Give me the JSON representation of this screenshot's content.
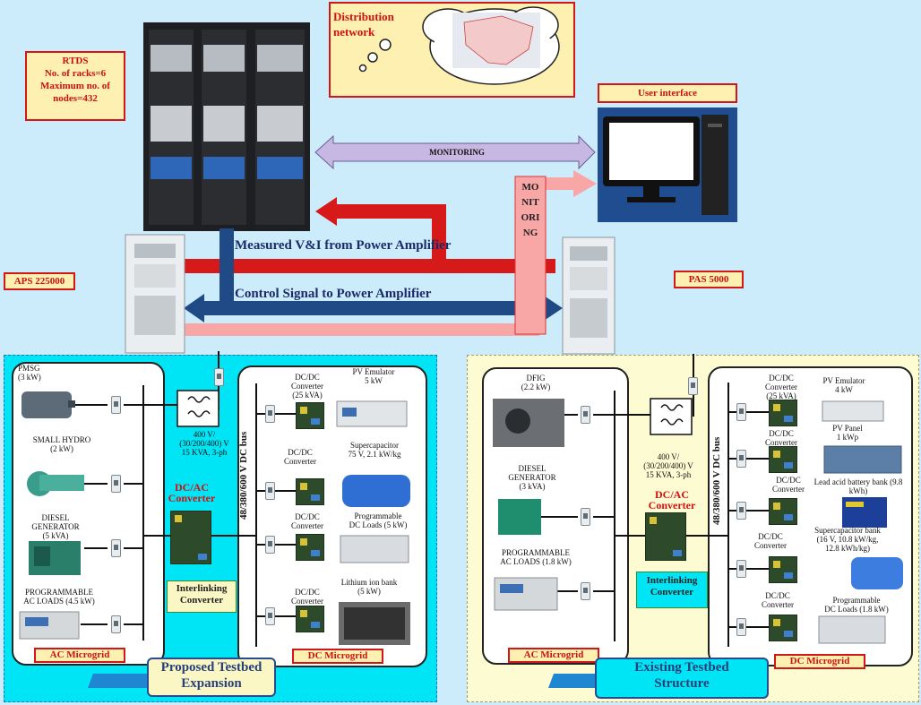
{
  "colors": {
    "background": "#ccecfb",
    "proposed_bg": "#00e5f5",
    "existing_bg": "#fdfbd2",
    "accent_red": "#d01818",
    "arrow_navy": "#1f4a86",
    "arrow_lavender": "#c6b8e2",
    "arrow_pink": "#f8a6a6"
  },
  "top": {
    "rtds": {
      "title": "RTDS",
      "line1": "No. of racks=6",
      "line2": "Maximum no. of",
      "line3": "nodes=432"
    },
    "distribution": {
      "line1": "Distribution",
      "line2": "network"
    },
    "user_interface": "User interface",
    "monitoring_h": "MONITORING",
    "monitoring_v": "MONITORING",
    "measured_label": "Measured V&I from Power Amplifier",
    "control_label": "Control Signal to Power Amplifier",
    "aps": "APS 225000",
    "pas": "PAS 5000"
  },
  "proposed": {
    "ac": {
      "pmsg": {
        "l1": "PMSG",
        "l2": "(3 kW)"
      },
      "hydro": {
        "l1": "SMALL HYDRO",
        "l2": "(2 kW)"
      },
      "diesel": {
        "l1": "DIESEL",
        "l2": "GENERATOR",
        "l3": "(5 kVA)"
      },
      "loads": {
        "l1": "PROGRAMMABLE",
        "l2": "AC LOADS (4.5 kW)"
      }
    },
    "transformer": {
      "l1": "400 V/",
      "l2": "(30/200/400) V",
      "l3": "15 KVA, 3-ph"
    },
    "dcac": {
      "l1": "DC/AC",
      "l2": "Converter"
    },
    "interlink": {
      "l1": "Interlinking",
      "l2": "Converter"
    },
    "bus": "48/380/600 V DC bus",
    "dc": {
      "c1": {
        "l1": "DC/DC",
        "l2": "Converter",
        "l3": "(25 kVA)"
      },
      "pv": {
        "l1": "PV Emulator",
        "l2": "5 kW"
      },
      "c2": {
        "l1": "DC/DC",
        "l2": "Converter"
      },
      "sc": {
        "l1": "Supercapacitor",
        "l2": "75 V, 2.1 kW/kg"
      },
      "c3": {
        "l1": "DC/DC",
        "l2": "Converter"
      },
      "pl": {
        "l1": "Programmable",
        "l2": "DC Loads (5 kW)"
      },
      "c4": {
        "l1": "DC/DC",
        "l2": "Converter"
      },
      "li": {
        "l1": "Lithium ion bank",
        "l2": "(5 kW)"
      }
    },
    "ac_tag": "AC Microgrid",
    "dc_tag": "DC Microgrid",
    "section": {
      "l1": "Proposed Testbed",
      "l2": "Expansion"
    }
  },
  "existing": {
    "ac": {
      "dfig": {
        "l1": "DFIG",
        "l2": "(2.2 kW)"
      },
      "diesel": {
        "l1": "DIESEL",
        "l2": "GENERATOR",
        "l3": "(3 kVA)"
      },
      "loads": {
        "l1": "PROGRAMMABLE",
        "l2": "AC LOADS (1.8 kW)"
      }
    },
    "transformer": {
      "l1": "400 V/",
      "l2": "(30/200/400) V",
      "l3": "15 KVA, 3-ph"
    },
    "dcac": {
      "l1": "DC/AC",
      "l2": "Converter"
    },
    "interlink": {
      "l1": "Interlinking",
      "l2": "Converter"
    },
    "bus": "48/380/600 V DC bus",
    "dc": {
      "c1": {
        "l1": "DC/DC",
        "l2": "Converter",
        "l3": "(25 kVA)"
      },
      "pv": {
        "l1": "PV Emulator",
        "l2": "4 kW"
      },
      "c2": {
        "l1": "DC/DC",
        "l2": "Converter"
      },
      "panel": {
        "l1": "PV Panel",
        "l2": "1 kWp"
      },
      "c3": {
        "l1": "DC/DC",
        "l2": "Converter"
      },
      "battery": "Lead acid battery bank (9.8 kWh)",
      "c4": {
        "l1": "DC/DC",
        "l2": "Converter"
      },
      "sc": {
        "l1": "Supercapacitor bank",
        "l2": "(16 V, 10.8 kW/kg,",
        "l3": "12.8 kWh/kg)"
      },
      "c5": {
        "l1": "DC/DC",
        "l2": "Converter"
      },
      "pl": {
        "l1": "Programmable",
        "l2": "DC Loads (1.8 kW)"
      }
    },
    "ac_tag": "AC Microgrid",
    "dc_tag": "DC Microgrid",
    "section": {
      "l1": "Existing Testbed",
      "l2": "Structure"
    }
  }
}
